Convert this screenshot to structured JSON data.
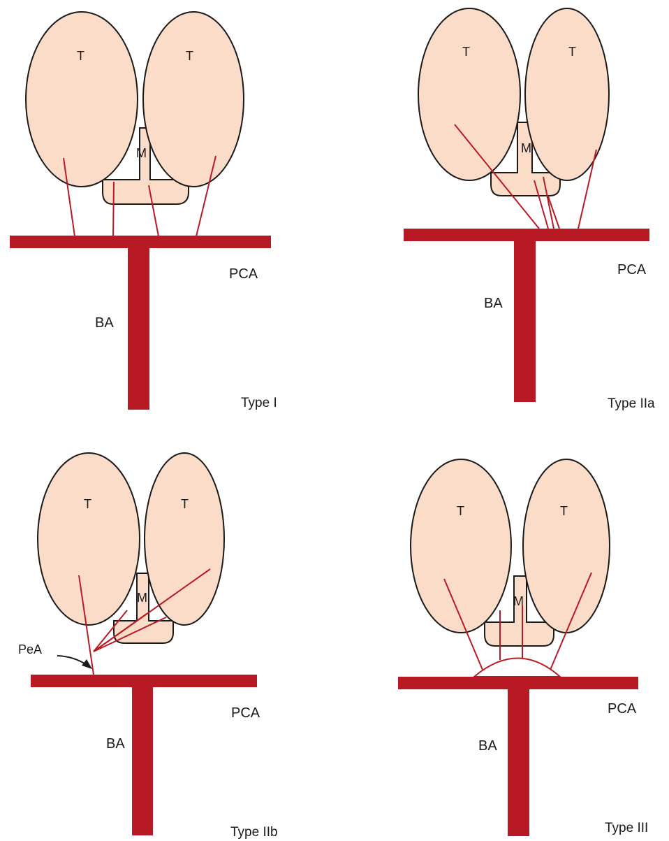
{
  "panels": [
    {
      "id": "type-i",
      "labels": {
        "left": "T",
        "right": "T",
        "middle": "M",
        "pca": "PCA",
        "ba": "BA",
        "type": "Type I"
      }
    },
    {
      "id": "type-iia",
      "labels": {
        "left": "T",
        "right": "T",
        "middle": "M",
        "pca": "PCA",
        "ba": "BA",
        "type": "Type IIa"
      }
    },
    {
      "id": "type-iib",
      "labels": {
        "left": "T",
        "right": "T",
        "middle": "M",
        "pca": "PCA",
        "ba": "BA",
        "type": "Type IIb",
        "pea": "PeA"
      }
    },
    {
      "id": "type-iii",
      "labels": {
        "left": "T",
        "right": "T",
        "middle": "M",
        "pca": "PCA",
        "ba": "BA",
        "type": "Type III"
      }
    }
  ],
  "colors": {
    "artery": "#b81a25",
    "gland_fill": "#fbdcc8",
    "outline": "#1a1a1a",
    "background": "#ffffff"
  }
}
